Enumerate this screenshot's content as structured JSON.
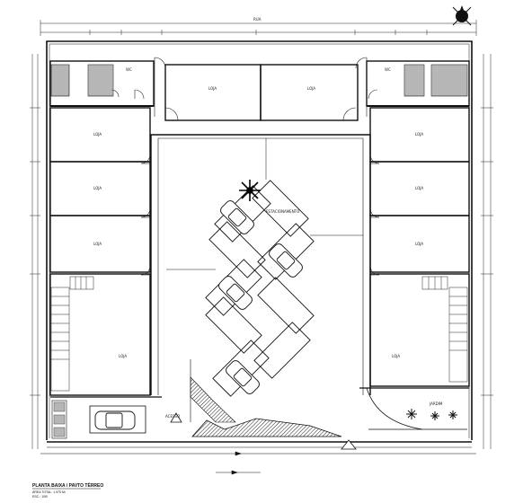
{
  "drawing": {
    "title": "PLANTA BAIXA / PAVTO TÉRREO",
    "subtitle_area": "ÁREA TOTAL: 1.975 M²",
    "subtitle_scale": "ESC.: 1/50"
  },
  "labels": {
    "shop": "LOJA",
    "parking": "ESTACIONAMENTO",
    "wc": "WC",
    "garden": "JARDIM",
    "entrance": "ACESSO",
    "street": "RUA"
  },
  "colors": {
    "line": "#1a1a1a",
    "hatch": "#555555",
    "background": "#ffffff"
  }
}
